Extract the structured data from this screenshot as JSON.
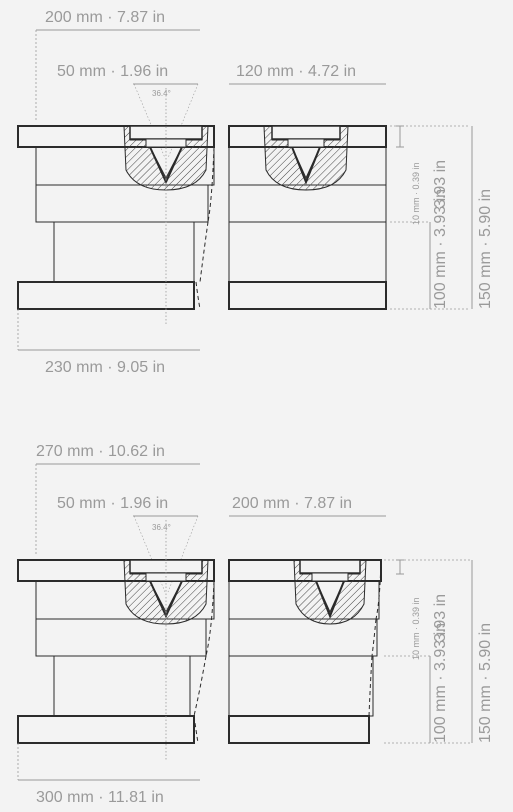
{
  "colors": {
    "background": "#f3f3f3",
    "outline": "#2b2b2b",
    "dimension": "#9a9a9a",
    "hatch": "#444444"
  },
  "top_diagram": {
    "width_top": "200 mm  ·  7.87 in",
    "width_nozzle": "50 mm  ·  1.96 in",
    "angle": "36.4°",
    "width_right": "120 mm  ·  4.72 in",
    "width_bottom": "230 mm  ·  9.05 in",
    "plate_thickness": "10 mm  ·  0.39 in",
    "upper_height": "3.93 in",
    "lower_height": "100 mm  ·  3.93 in",
    "total_height": "150 mm  ·  5.90 in"
  },
  "bottom_diagram": {
    "width_top": "270 mm  ·  10.62 in",
    "width_nozzle": "50 mm  ·  1.96 in",
    "angle": "36.4°",
    "width_right": "200 mm  ·  7.87 in",
    "width_bottom": "300 mm  ·  11.81 in",
    "plate_thickness": "10 mm  ·  0.39 in",
    "upper_height": "3.93 in",
    "lower_height": "100 mm  ·  3.93 in",
    "total_height": "150 mm  ·  5.90 in"
  }
}
